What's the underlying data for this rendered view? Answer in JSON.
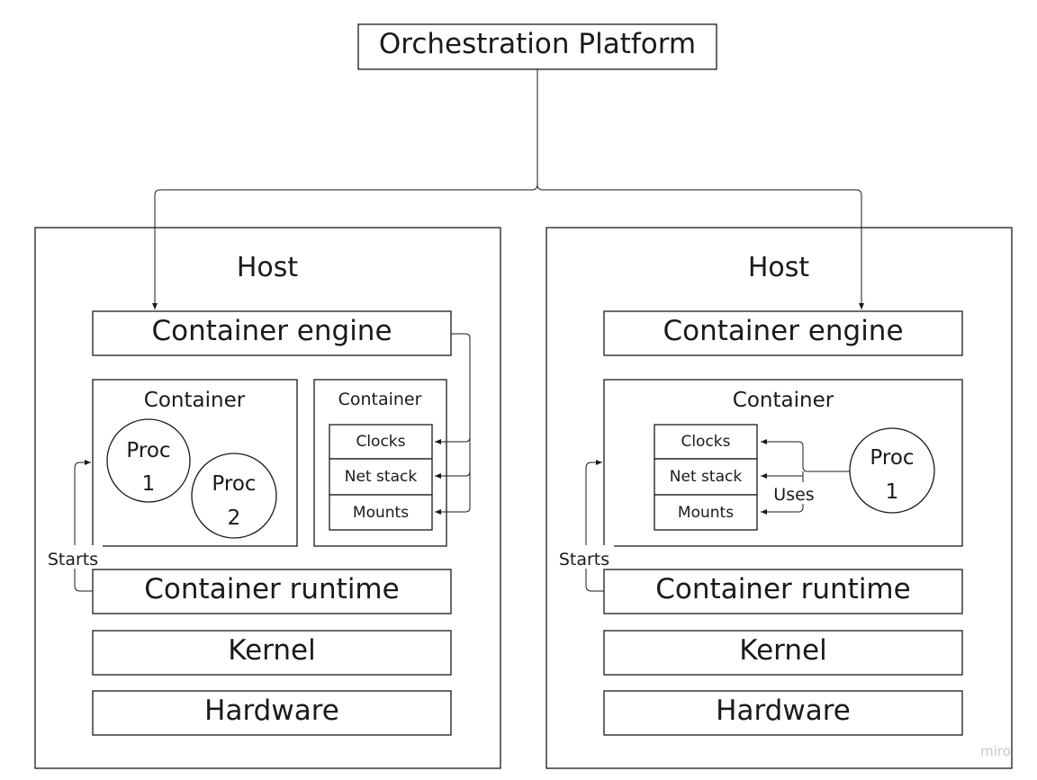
{
  "diagram": {
    "orchestrator": "Orchestration Platform",
    "hosts": [
      {
        "title": "Host",
        "engine": "Container engine",
        "containers": [
          {
            "title": "Container",
            "procs": [
              {
                "line1": "Proc",
                "line2": "1"
              },
              {
                "line1": "Proc",
                "line2": "2"
              }
            ]
          },
          {
            "title": "Container",
            "namespaces": [
              "Clocks",
              "Net stack",
              "Mounts"
            ]
          }
        ],
        "starts_label": "Starts",
        "runtime": "Container runtime",
        "kernel": "Kernel",
        "hardware": "Hardware"
      },
      {
        "title": "Host",
        "engine": "Container engine",
        "containers": [
          {
            "title": "Container",
            "namespaces": [
              "Clocks",
              "Net stack",
              "Mounts"
            ],
            "procs": [
              {
                "line1": "Proc",
                "line2": "1"
              }
            ],
            "uses_label": "Uses"
          }
        ],
        "starts_label": "Starts",
        "runtime": "Container runtime",
        "kernel": "Kernel",
        "hardware": "Hardware"
      }
    ],
    "watermark": "miro"
  }
}
